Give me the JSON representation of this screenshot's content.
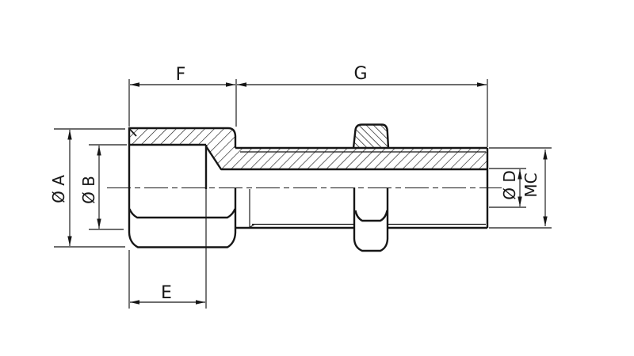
{
  "drawing": {
    "labels": {
      "length_f": "F",
      "length_g": "G",
      "depth_e": "E",
      "outer_diameter_a": "Ø A",
      "socket_bore_b": "Ø B",
      "inner_bore_d": "Ø D",
      "thread_size": "MC"
    },
    "colors": {
      "line": "#161616",
      "background": "#ffffff"
    }
  }
}
